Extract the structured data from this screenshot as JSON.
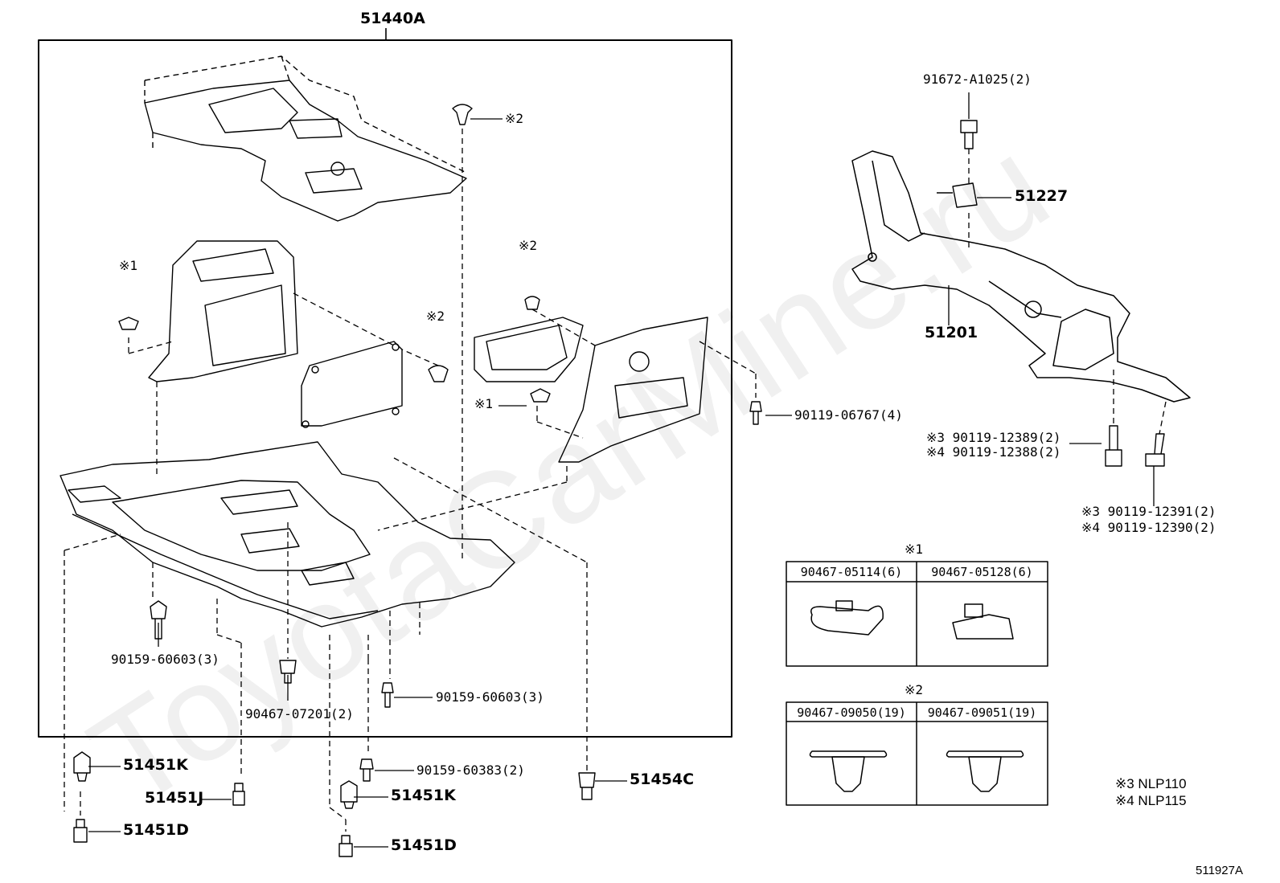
{
  "watermark": "ToyotaCarMine.ru",
  "main_assembly": {
    "label": "51440A"
  },
  "parts": {
    "clip_ref_2_top": "※2",
    "clip_ref_1_left": "※1",
    "clip_ref_2_mid": "※2",
    "clip_ref_2_right": "※2",
    "clip_ref_1_right": "※1",
    "bolt_90119_06767": "90119-06767(4)",
    "bolt_90159_60603_a": "90159-60603(3)",
    "bolt_90159_60603_b": "90159-60603(3)",
    "bolt_90467_07201": "90467-07201(2)",
    "bolt_90159_60383": "90159-60383(2)",
    "part_51451K_a": "51451K",
    "part_51451J": "51451J",
    "part_51451D_a": "51451D",
    "part_51451K_b": "51451K",
    "part_51451D_b": "51451D",
    "part_51454C": "51454C",
    "bolt_91672": "91672-A1025(2)",
    "part_51227": "51227",
    "part_51201": "51201",
    "bolt_12389": "※3 90119-12389(2)",
    "bolt_12388": "※4 90119-12388(2)",
    "bolt_12391": "※3 90119-12391(2)",
    "bolt_12390": "※4 90119-12390(2)"
  },
  "table1": {
    "ref": "※1",
    "col1": "90467-05114(6)",
    "col2": "90467-05128(6)"
  },
  "table2": {
    "ref": "※2",
    "col1": "90467-09050(19)",
    "col2": "90467-09051(19)"
  },
  "legend": {
    "line1": "※3  NLP110",
    "line2": "※4  NLP115"
  },
  "diagram_id": "511927A"
}
